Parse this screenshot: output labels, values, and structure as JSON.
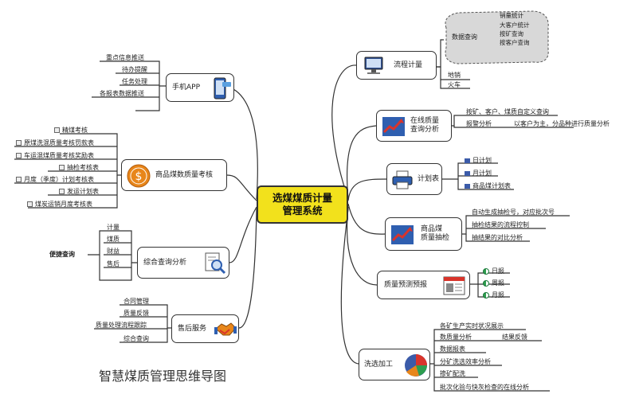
{
  "center": {
    "title": "选煤煤质计量\n管理系统"
  },
  "caption": "智慧煤质管理思维导图",
  "left_hint": "便捷查询",
  "branches": {
    "flow": {
      "label": "流程计量",
      "sub_group": "数据查询",
      "sub_items": [
        "销量统计",
        "大客户统计",
        "按矿查询",
        "按客户查询"
      ],
      "extra": [
        "地销",
        "火车"
      ]
    },
    "online": {
      "label": "在线质量\n查询分析",
      "items": [
        "按矿、客户、煤质自定义查询",
        "报警分析",
        "以客户为主，分品种进行质量分析"
      ]
    },
    "plan": {
      "label": "计划表",
      "items": [
        "日计划",
        "月计划",
        "商品煤计划表"
      ]
    },
    "sample": {
      "label": "商品煤\n质量抽检",
      "items": [
        "自动生成抽检号，对应批次号",
        "抽检结果的流程控制",
        "抽结果的对比分析"
      ]
    },
    "forecast": {
      "label": "质量预测预报",
      "items": [
        "日报",
        "周报",
        "月报"
      ]
    },
    "wash": {
      "label": "洗选加工",
      "items": [
        "各矿生产实时状况展示",
        "数质量分析",
        "结果反馈",
        "数据报表",
        "分矿洗选效率分析",
        "掺矿配洗",
        "批次化验与快灰检查的在线分析"
      ]
    },
    "app": {
      "label": "手机APP",
      "items": [
        "重点信息推送",
        "待办提醒",
        "任务处理",
        "各报表数据推送"
      ]
    },
    "assess": {
      "label": "商品煤数质量考核",
      "items": [
        "精煤考核",
        "原煤洗混质量考核罚款表",
        "车运混煤质量考核奖励表",
        "抽检考核表",
        "月度（季度）计划考核表",
        "发运计划表",
        "煤炭运销月度考核表"
      ]
    },
    "query": {
      "label": "综合查询分析",
      "items": [
        "计量",
        "煤质",
        "财益",
        "售后"
      ]
    },
    "after": {
      "label": "售后服务",
      "items": [
        "合同管理",
        "质量反馈",
        "质量处理流程跟踪",
        "综合查询"
      ]
    }
  },
  "colors": {
    "center": "#f2e11c",
    "accent_blue": "#3b5ba9",
    "accent_red": "#d9342b",
    "coin": "#e8861a",
    "line": "#333333"
  },
  "icons": [
    "monitor-icon",
    "trend-chart-icon",
    "printer-icon",
    "document-icon",
    "pie-chart-icon",
    "phone-icon",
    "coin-icon",
    "magnifier-icon",
    "handshake-icon"
  ]
}
